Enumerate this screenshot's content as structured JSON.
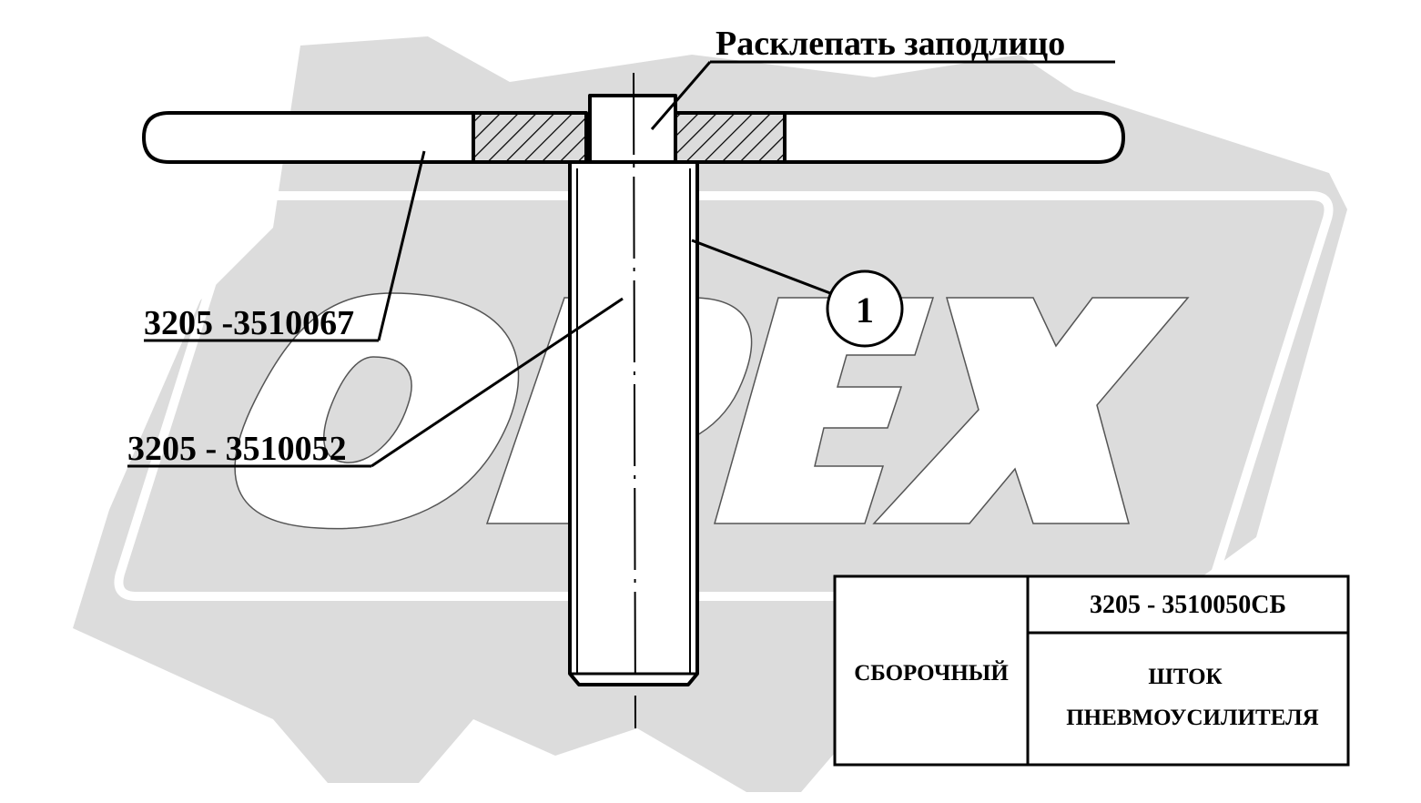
{
  "annotations": {
    "rivet_note": "Расклепать заподлицо",
    "part_handle": "3205 -3510067",
    "part_pin": "3205 - 3510052",
    "balloon_number": "1"
  },
  "title_block": {
    "doc_type": "СБОРОЧНЫЙ",
    "drawing_number": "3205 - 3510050СБ",
    "name_line1": "ШТОК",
    "name_line2": "ПНЕВМОУСИЛИТЕЛЯ"
  },
  "watermark": {
    "text": "OPEX",
    "fill_color": "#dcdcdc",
    "text_fill": "#ffffff"
  },
  "colors": {
    "ink": "#000000",
    "paper": "#ffffff"
  }
}
